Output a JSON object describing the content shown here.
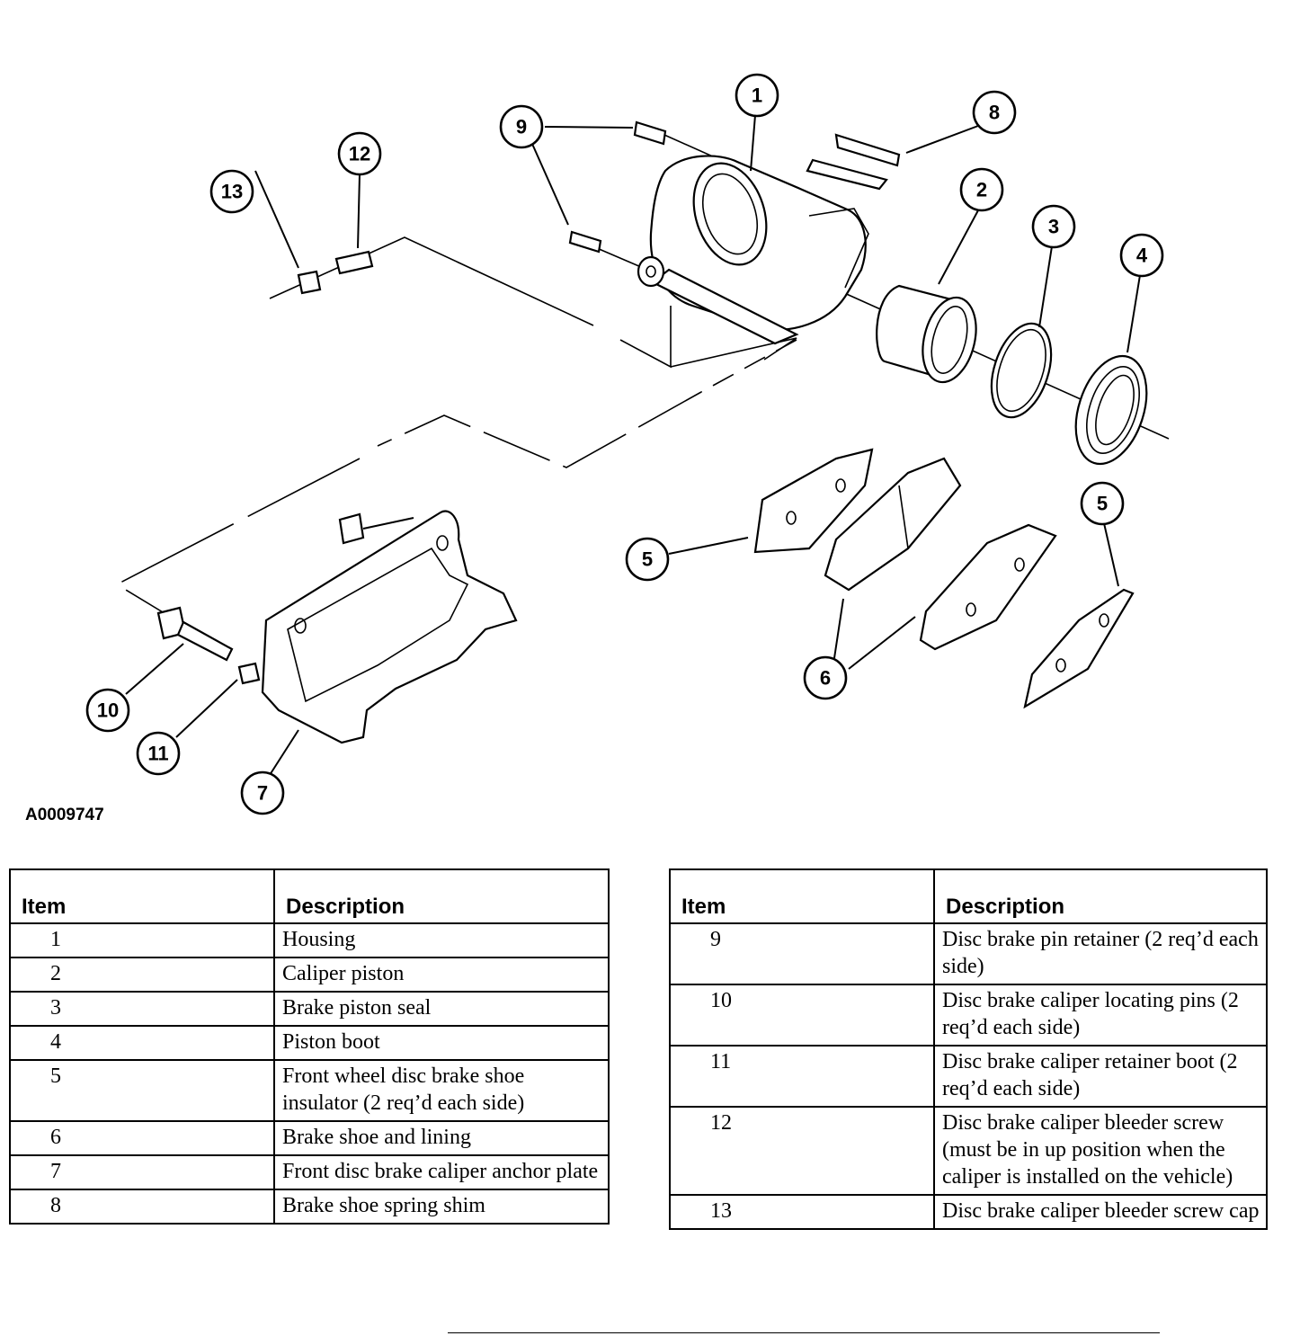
{
  "figure_id": "A0009747",
  "callouts": [
    "1",
    "2",
    "3",
    "4",
    "5",
    "5",
    "6",
    "7",
    "8",
    "9",
    "10",
    "11",
    "12",
    "13"
  ],
  "legend_left": {
    "header_item": "Item",
    "header_description": "Description",
    "rows": [
      {
        "item": "1",
        "description": "Housing"
      },
      {
        "item": "2",
        "description": "Caliper piston"
      },
      {
        "item": "3",
        "description": "Brake piston seal"
      },
      {
        "item": "4",
        "description": "Piston boot"
      },
      {
        "item": "5",
        "description": "Front wheel disc brake shoe insulator (2 req’d each side)"
      },
      {
        "item": "6",
        "description": "Brake shoe and lining"
      },
      {
        "item": "7",
        "description": "Front disc brake caliper anchor plate"
      },
      {
        "item": "8",
        "description": "Brake shoe spring shim"
      }
    ]
  },
  "legend_right": {
    "header_item": "Item",
    "header_description": "Description",
    "rows": [
      {
        "item": "9",
        "description": "Disc brake pin retainer (2 req’d each side)"
      },
      {
        "item": "10",
        "description": "Disc brake caliper locating pins (2 req’d each side)"
      },
      {
        "item": "11",
        "description": "Disc brake caliper retainer boot (2 req’d each side)"
      },
      {
        "item": "12",
        "description": "Disc brake caliper bleeder screw (must be in up position when the caliper is installed on the vehicle)"
      },
      {
        "item": "13",
        "description": "Disc brake caliper bleeder screw cap"
      }
    ]
  }
}
